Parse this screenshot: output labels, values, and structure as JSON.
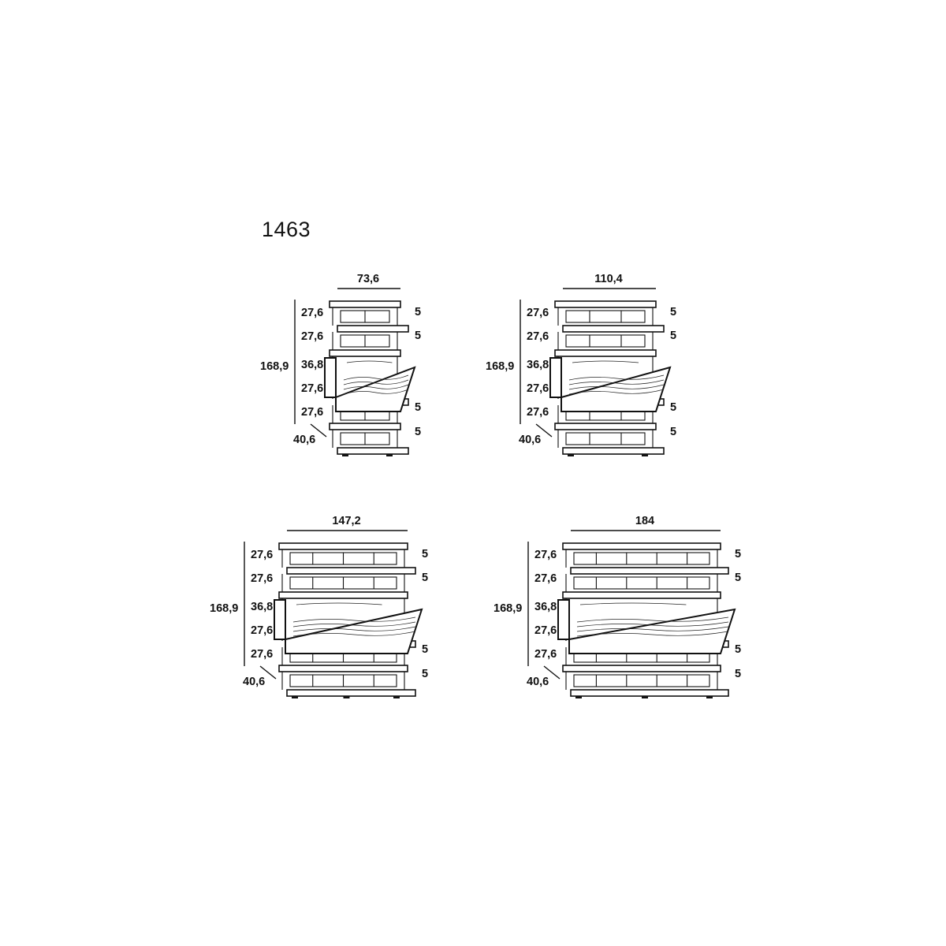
{
  "model_code": "1463",
  "units": [
    {
      "width": "73,6",
      "total_height": "168,9",
      "depth": "40,6",
      "heights": [
        "27,6",
        "27,6",
        "36,8",
        "27,6",
        "27,6"
      ],
      "offsets": [
        "5",
        "5",
        "5",
        "5"
      ]
    },
    {
      "width": "110,4",
      "total_height": "168,9",
      "depth": "40,6",
      "heights": [
        "27,6",
        "27,6",
        "36,8",
        "27,6",
        "27,6"
      ],
      "offsets": [
        "5",
        "5",
        "5",
        "5"
      ]
    },
    {
      "width": "147,2",
      "total_height": "168,9",
      "depth": "40,6",
      "heights": [
        "27,6",
        "27,6",
        "36,8",
        "27,6",
        "27,6"
      ],
      "offsets": [
        "5",
        "5",
        "5",
        "5"
      ]
    },
    {
      "width": "184",
      "total_height": "168,9",
      "depth": "40,6",
      "heights": [
        "27,6",
        "27,6",
        "36,8",
        "27,6",
        "27,6"
      ],
      "offsets": [
        "5",
        "5",
        "5",
        "5"
      ]
    }
  ]
}
